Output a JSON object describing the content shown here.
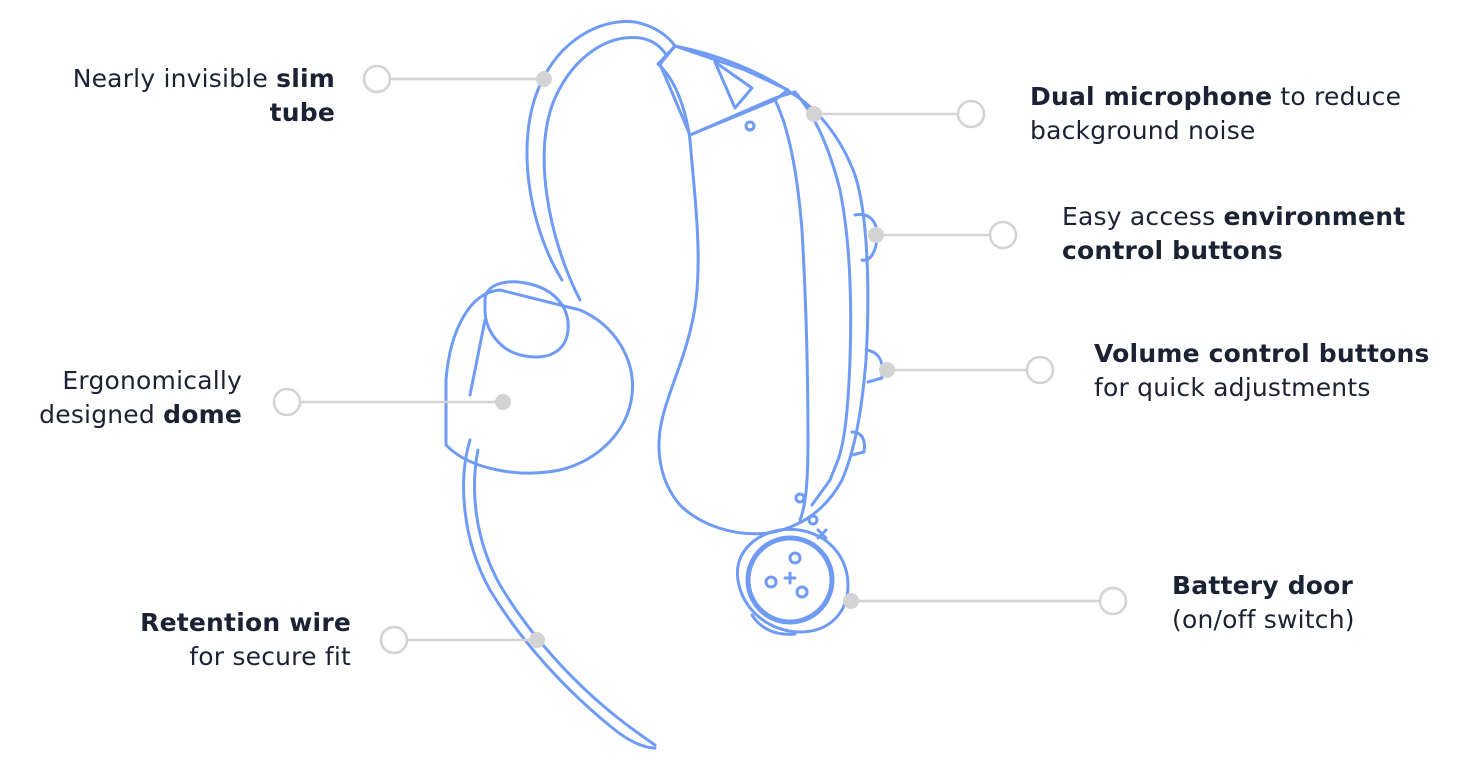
{
  "colors": {
    "outline": "#6f9bf5",
    "leader": "#d3d3d3",
    "text": "#1a2233",
    "background": "#ffffff"
  },
  "callouts": {
    "slim_tube": {
      "plain": "Nearly invisible ",
      "bold": "slim",
      "line2_bold": "tube"
    },
    "dome": {
      "line1": "Ergonomically",
      "plain": "designed ",
      "bold": "dome"
    },
    "retention_wire": {
      "bold": "Retention wire",
      "line2": "for secure fit"
    },
    "dual_microphone": {
      "bold": "Dual microphone",
      "plain": " to reduce",
      "line2": "background noise"
    },
    "environment_buttons": {
      "plain": "Easy access ",
      "bold": "environment",
      "line2_bold": "control buttons"
    },
    "volume_buttons": {
      "bold": "Volume control buttons",
      "line2": "for quick adjustments"
    },
    "battery_door": {
      "bold": "Battery door",
      "line2": "(on/off switch)"
    }
  }
}
